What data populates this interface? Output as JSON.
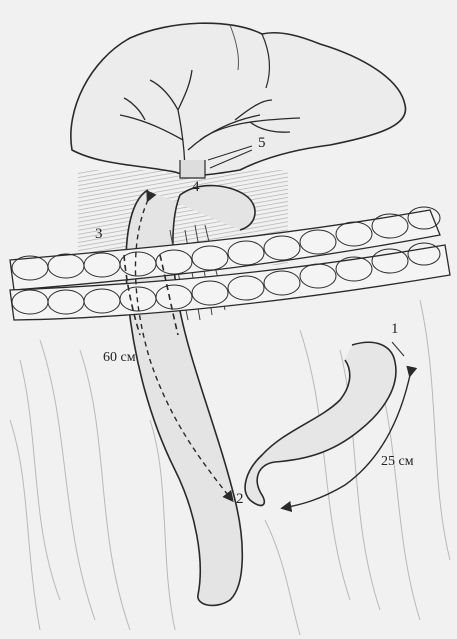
{
  "labels": {
    "n1": "1",
    "n2": "2",
    "n3": "3",
    "n4": "4",
    "n5": "5",
    "dist_60": "60 см",
    "dist_25": "25 см"
  },
  "colors": {
    "background": "#f1f1f1",
    "stroke": "#2a2a2a",
    "shade": "#bdbdbd",
    "organ_fill": "#e9e9e9"
  }
}
